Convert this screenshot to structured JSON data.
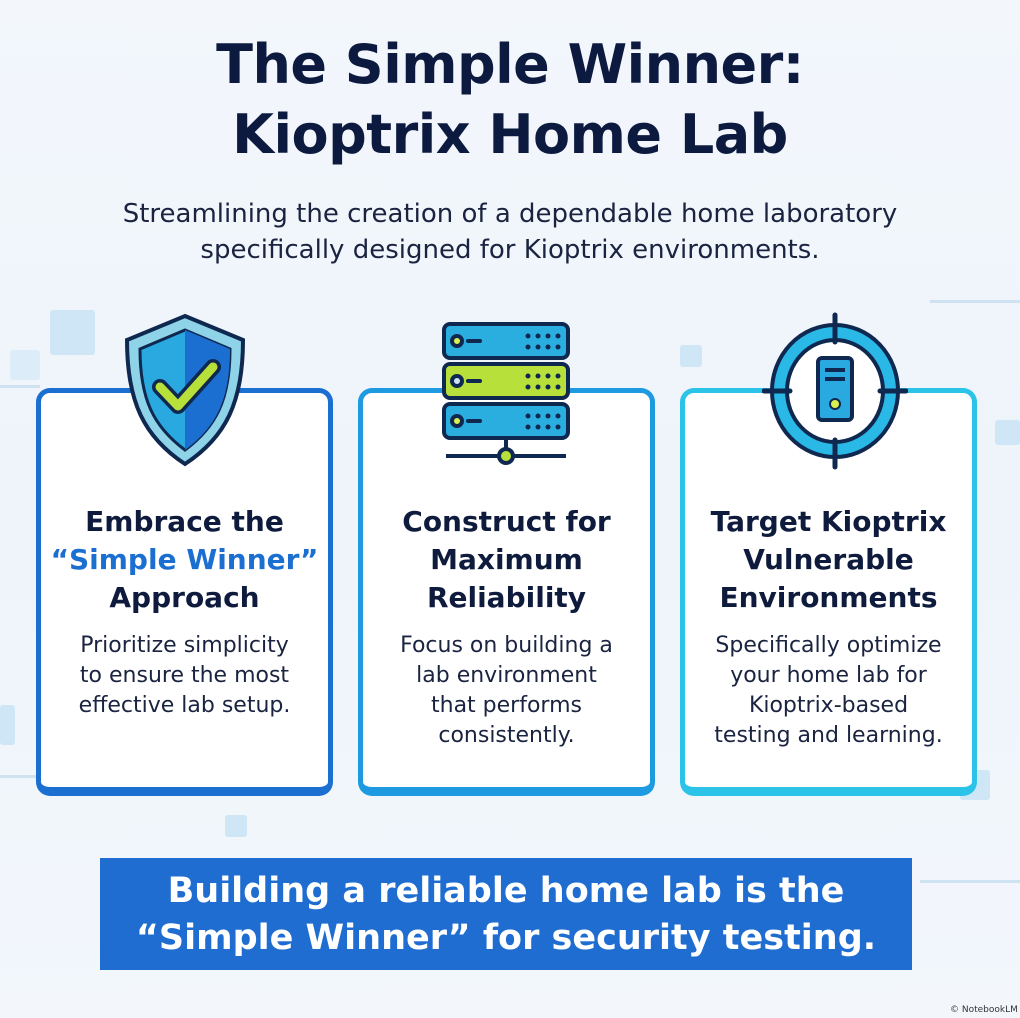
{
  "title": {
    "line1": "The Simple Winner:",
    "line2": "Kioptrix Home Lab"
  },
  "subtitle": {
    "line1": "Streamlining the creation of a dependable home laboratory",
    "line2": "specifically designed for Kioptrix environments."
  },
  "cards": [
    {
      "icon": "shield-check-icon",
      "title_pre": "Embrace the",
      "title_highlight": "“Simple Winner”",
      "title_post": "Approach",
      "body": [
        "Prioritize simplicity",
        "to ensure the most",
        "effective lab setup."
      ],
      "border_color": "#1b6fd0"
    },
    {
      "icon": "server-rack-icon",
      "title": [
        "Construct for",
        "Maximum",
        "Reliability"
      ],
      "body": [
        "Focus on building a",
        "lab environment",
        "that performs",
        "consistently."
      ],
      "border_color": "#1e9be0"
    },
    {
      "icon": "target-computer-icon",
      "title": [
        "Target Kioptrix",
        "Vulnerable",
        "Environments"
      ],
      "body": [
        "Specifically optimize",
        "your home lab for",
        "Kioptrix-based",
        "testing and learning."
      ],
      "border_color": "#2cc3e8"
    }
  ],
  "banner": {
    "line1": "Building a reliable home lab is the",
    "line2": "“Simple Winner” for security testing.",
    "color": "#1f6dd0"
  },
  "watermark": "© NotebookLM"
}
